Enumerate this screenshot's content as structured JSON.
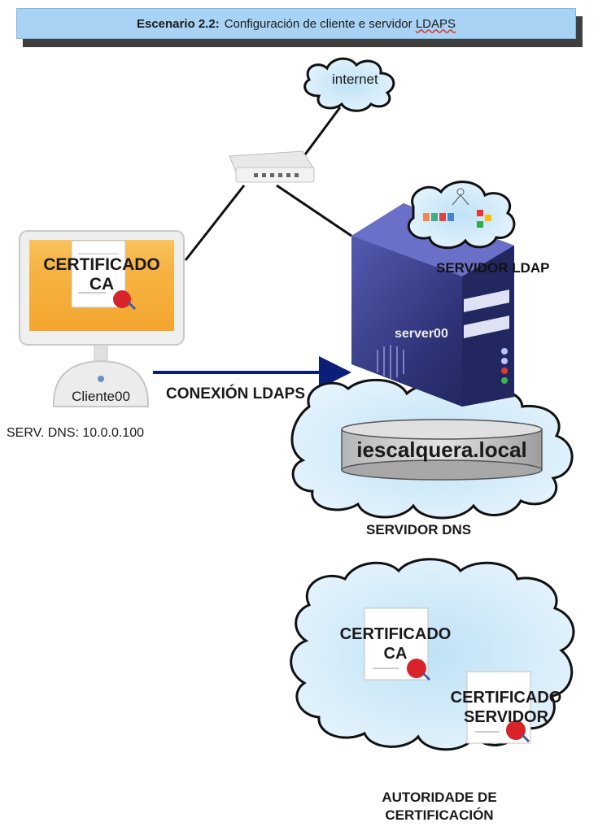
{
  "title": {
    "scenario": "Escenario 2.2:",
    "text": "Configuración de cliente e servidor",
    "highlight": "LDAPS"
  },
  "nodes": {
    "internet": "internet",
    "client_certificate": [
      "CERTIFICADO",
      "CA"
    ],
    "client_name": "Cliente00",
    "client_dns": "SERV. DNS: 10.0.0.100",
    "connection": "CONEXIÓN LDAPS",
    "ldap_server_label": "SERVIDOR LDAP",
    "server_name": "server00",
    "domain": "iescalquera.local",
    "dns_server_label": "SERVIDOR DNS",
    "ca_certificate": [
      "CERTIFICADO",
      "CA"
    ],
    "server_certificate": [
      "CERTIFICADO",
      "SERVIDOR"
    ],
    "ca_label": [
      "AUTORIDADE DE",
      "CERTIFICACIÓN"
    ]
  },
  "colors": {
    "title_bg": "#a9d3f5",
    "cloud_fill": "#cfe9f8",
    "arrow": "#0b1f7a",
    "server_body": "#3a3f8f",
    "screen": "#f4a830"
  }
}
